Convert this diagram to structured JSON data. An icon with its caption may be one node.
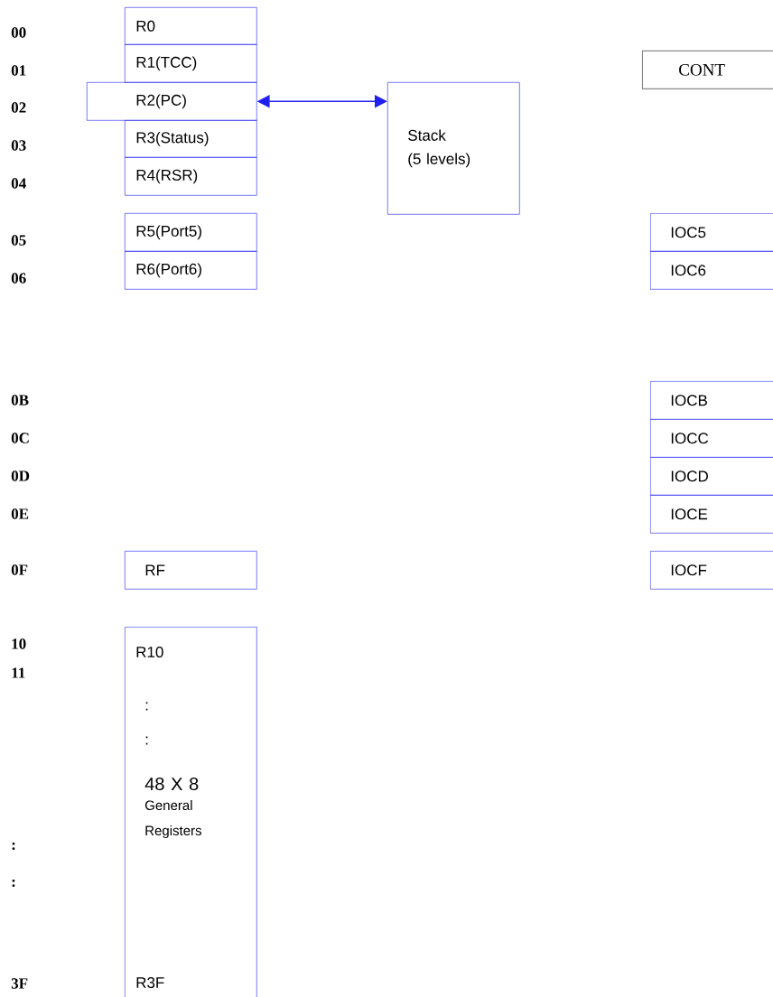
{
  "diagram": {
    "nodes": [
      {
        "text": [
          "R0"
        ]
      },
      {
        "text": [
          "R1(TCC)"
        ]
      },
      {
        "text": [
          "R2(PC)"
        ]
      },
      {
        "text": [
          "R3(Status)"
        ]
      },
      {
        "text": [
          "R4(RSR)"
        ]
      },
      {
        "text": [
          "Stack",
          "(5 levels)"
        ]
      },
      {
        "text": [
          "CONT"
        ]
      },
      {
        "text": [
          "R5(Port5)"
        ]
      },
      {
        "text": [
          "R6(Port6)"
        ]
      },
      {
        "text": [
          "IOC5"
        ]
      },
      {
        "text": [
          "IOC6"
        ]
      },
      {
        "text": [
          "IOCB"
        ]
      },
      {
        "text": [
          "IOCC"
        ]
      },
      {
        "text": [
          "IOCD"
        ]
      },
      {
        "text": [
          "IOCE"
        ]
      },
      {
        "text": [
          "RF"
        ]
      },
      {
        "text": [
          "IOCF"
        ]
      },
      {
        "text": [
          "R10",
          ":",
          ":",
          "48 X 8",
          "General Registers",
          "R3F"
        ]
      }
    ],
    "edges": [
      {
        "from": 2,
        "to": 5,
        "arrow": "both"
      }
    ],
    "labels": [
      "00",
      "01",
      "02",
      "03",
      "04",
      "05",
      "06",
      "0B",
      "0C",
      "0D",
      "0E",
      "0F",
      "10",
      "11",
      ":",
      ":",
      "3F"
    ]
  }
}
